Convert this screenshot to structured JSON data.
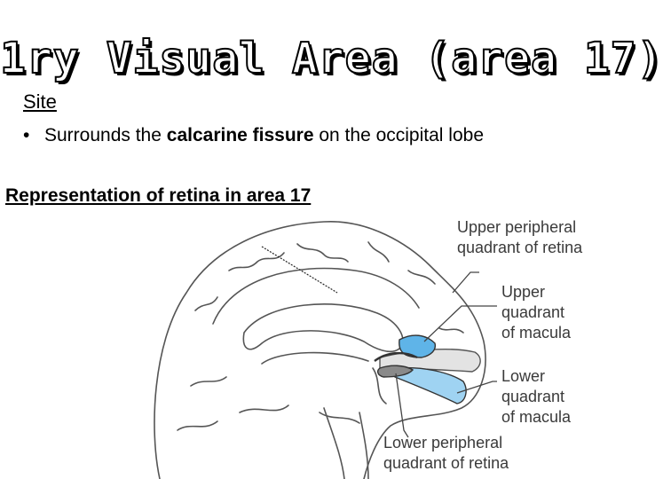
{
  "slide": {
    "title": "1ry Visual Area (area 17)",
    "site_heading": "Site",
    "bullet": {
      "marker": "•",
      "prefix": "Surrounds the ",
      "bold": "calcarine fissure",
      "suffix": " on the occipital lobe"
    },
    "representation_heading": "Representation of retina in area 17"
  },
  "figure": {
    "labels": {
      "upper_peripheral_line1": "Upper peripheral",
      "upper_peripheral_line2": "quadrant of retina",
      "upper_macula_line1": "Upper",
      "upper_macula_line2": "quadrant",
      "upper_macula_line3": "of macula",
      "lower_macula_line1": "Lower",
      "lower_macula_line2": "quadrant",
      "lower_macula_line3": "of macula",
      "lower_peripheral_line1": "Lower peripheral",
      "lower_peripheral_line2": "quadrant of retina"
    },
    "colors": {
      "upper_peripheral": "#e3e3e3",
      "upper_macula": "#5fb4e8",
      "lower_macula": "#9fd3f2",
      "lower_peripheral": "#8a8a8a",
      "brain_outline": "#555555",
      "leader_line": "#222222"
    }
  }
}
